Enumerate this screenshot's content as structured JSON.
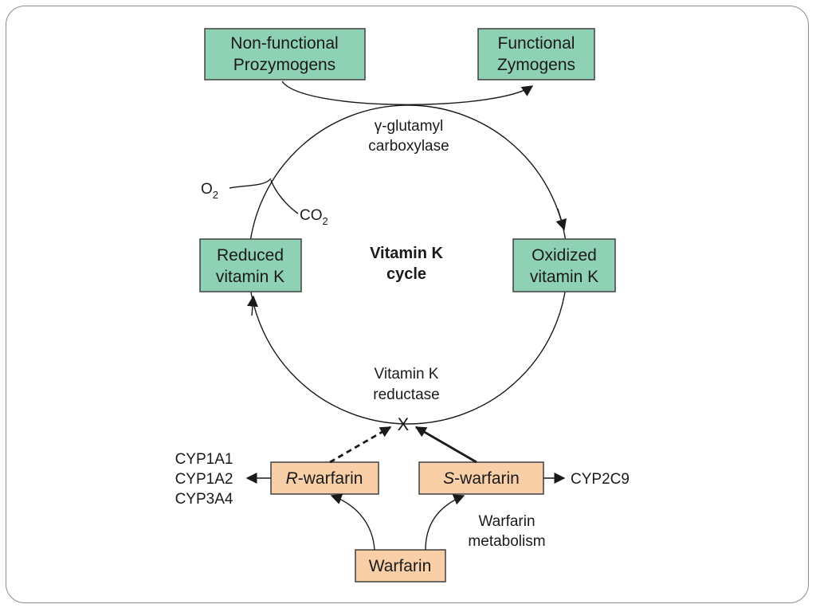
{
  "diagram": {
    "nodes": {
      "nonfunctional_prozymogens": [
        "Non-functional",
        "Prozymogens"
      ],
      "functional_zymogens": [
        "Functional",
        "Zymogens"
      ],
      "reduced_vitamin_k": [
        "Reduced",
        "vitamin K"
      ],
      "oxidized_vitamin_k": [
        "Oxidized",
        "vitamin K"
      ],
      "r_warfarin": {
        "italic": "R",
        "rest": "-warfarin"
      },
      "s_warfarin": {
        "italic": "S",
        "rest": "-warfarin"
      },
      "warfarin": "Warfarin"
    },
    "labels": {
      "carboxylase": [
        "γ-glutamyl",
        "carboxylase"
      ],
      "cycle": [
        "Vitamin K",
        "cycle"
      ],
      "reductase": [
        "Vitamin K",
        "reductase"
      ],
      "o2": {
        "base": "O",
        "sub": "2"
      },
      "co2": {
        "base": "CO",
        "sub": "2"
      },
      "inhibition_mark": "X",
      "cyp_r": [
        "CYP1A1",
        "CYP1A2",
        "CYP3A4"
      ],
      "cyp_s": "CYP2C9",
      "metabolism": [
        "Warfarin",
        "metabolism"
      ]
    }
  }
}
